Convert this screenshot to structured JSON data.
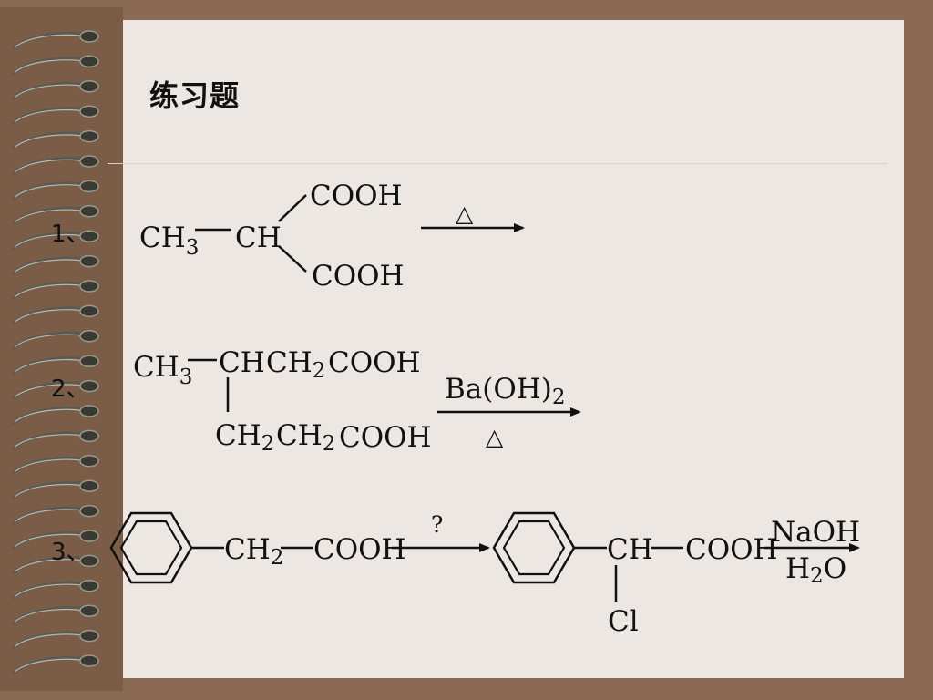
{
  "title": "练习题",
  "problems": [
    {
      "number": "1、",
      "groups": {
        "ch3": "CH",
        "ch3_sub": "3",
        "ch": "CH",
        "cooh_top": "COOH",
        "cooh_bottom": "COOH"
      },
      "condition_above": "△"
    },
    {
      "number": "2、",
      "groups": {
        "ch3": "CH",
        "ch3_sub": "3",
        "ch": "CH",
        "ch2_a": "CH",
        "ch2_a_sub": "2",
        "cooh_a": "COOH",
        "ch2_b": "CH",
        "ch2_b_sub": "2",
        "ch2_c": "CH",
        "ch2_c_sub": "2",
        "cooh_b": "COOH"
      },
      "condition_above": "Ba(OH)",
      "condition_above_sub": "2",
      "condition_below": "△"
    },
    {
      "number": "3、",
      "reactant": {
        "ch2": "CH",
        "ch2_sub": "2",
        "cooh": "COOH"
      },
      "condition_above": "?",
      "product": {
        "ch": "CH",
        "cooh": "COOH",
        "cl": "Cl"
      },
      "reagent_above": "NaOH",
      "reagent_below": "H",
      "reagent_below_sub": "2",
      "reagent_below_tail": "O"
    }
  ]
}
